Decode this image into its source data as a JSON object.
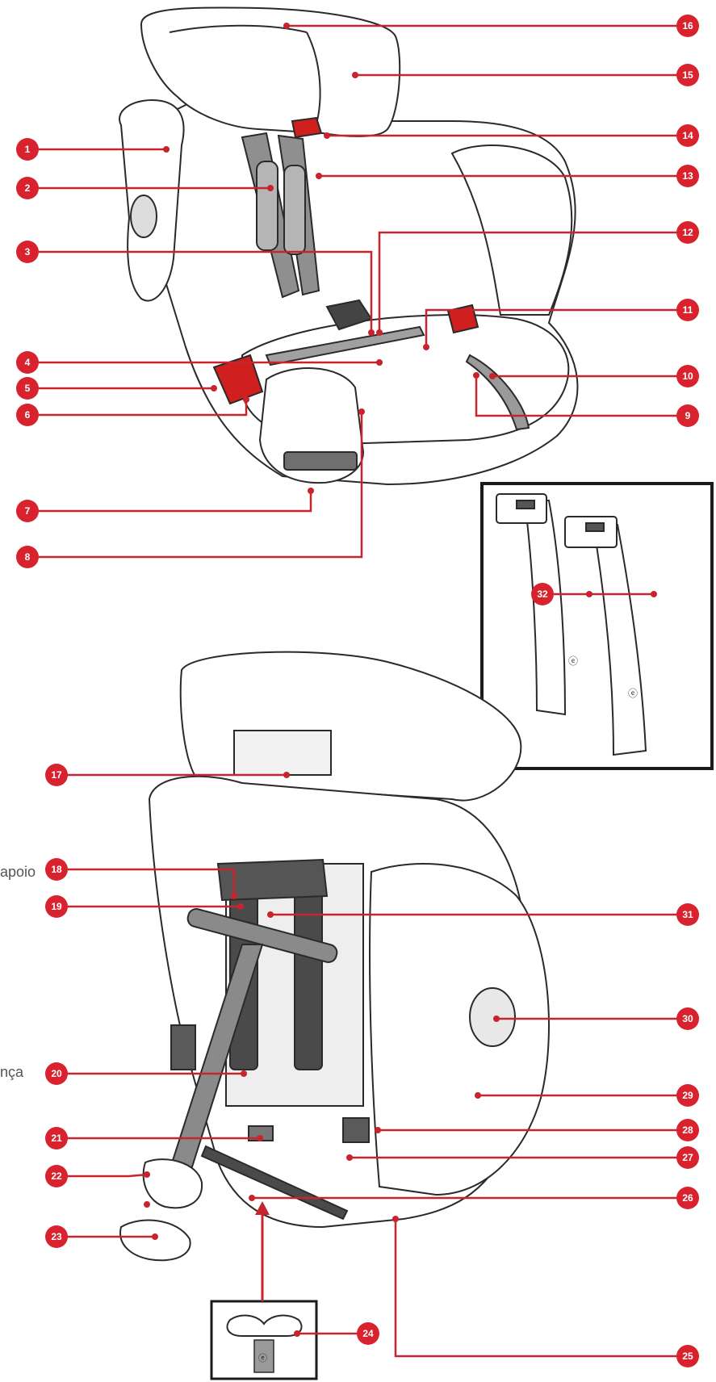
{
  "colors": {
    "badge": "#d8232f",
    "leader": "#c8242e",
    "outline": "#2a2a2a",
    "strap": "#8f8f8f",
    "accent": "#cf1f1f"
  },
  "side_texts": [
    "apoio",
    "nça"
  ],
  "inset_marks": [
    "ⓔ",
    "ⓔ",
    "ⓔ"
  ],
  "callouts": [
    "1",
    "2",
    "3",
    "4",
    "5",
    "6",
    "7",
    "8",
    "9",
    "10",
    "11",
    "12",
    "13",
    "14",
    "15",
    "16",
    "17",
    "18",
    "19",
    "20",
    "21",
    "22",
    "23",
    "24",
    "25",
    "26",
    "27",
    "28",
    "29",
    "30",
    "31",
    "32"
  ]
}
